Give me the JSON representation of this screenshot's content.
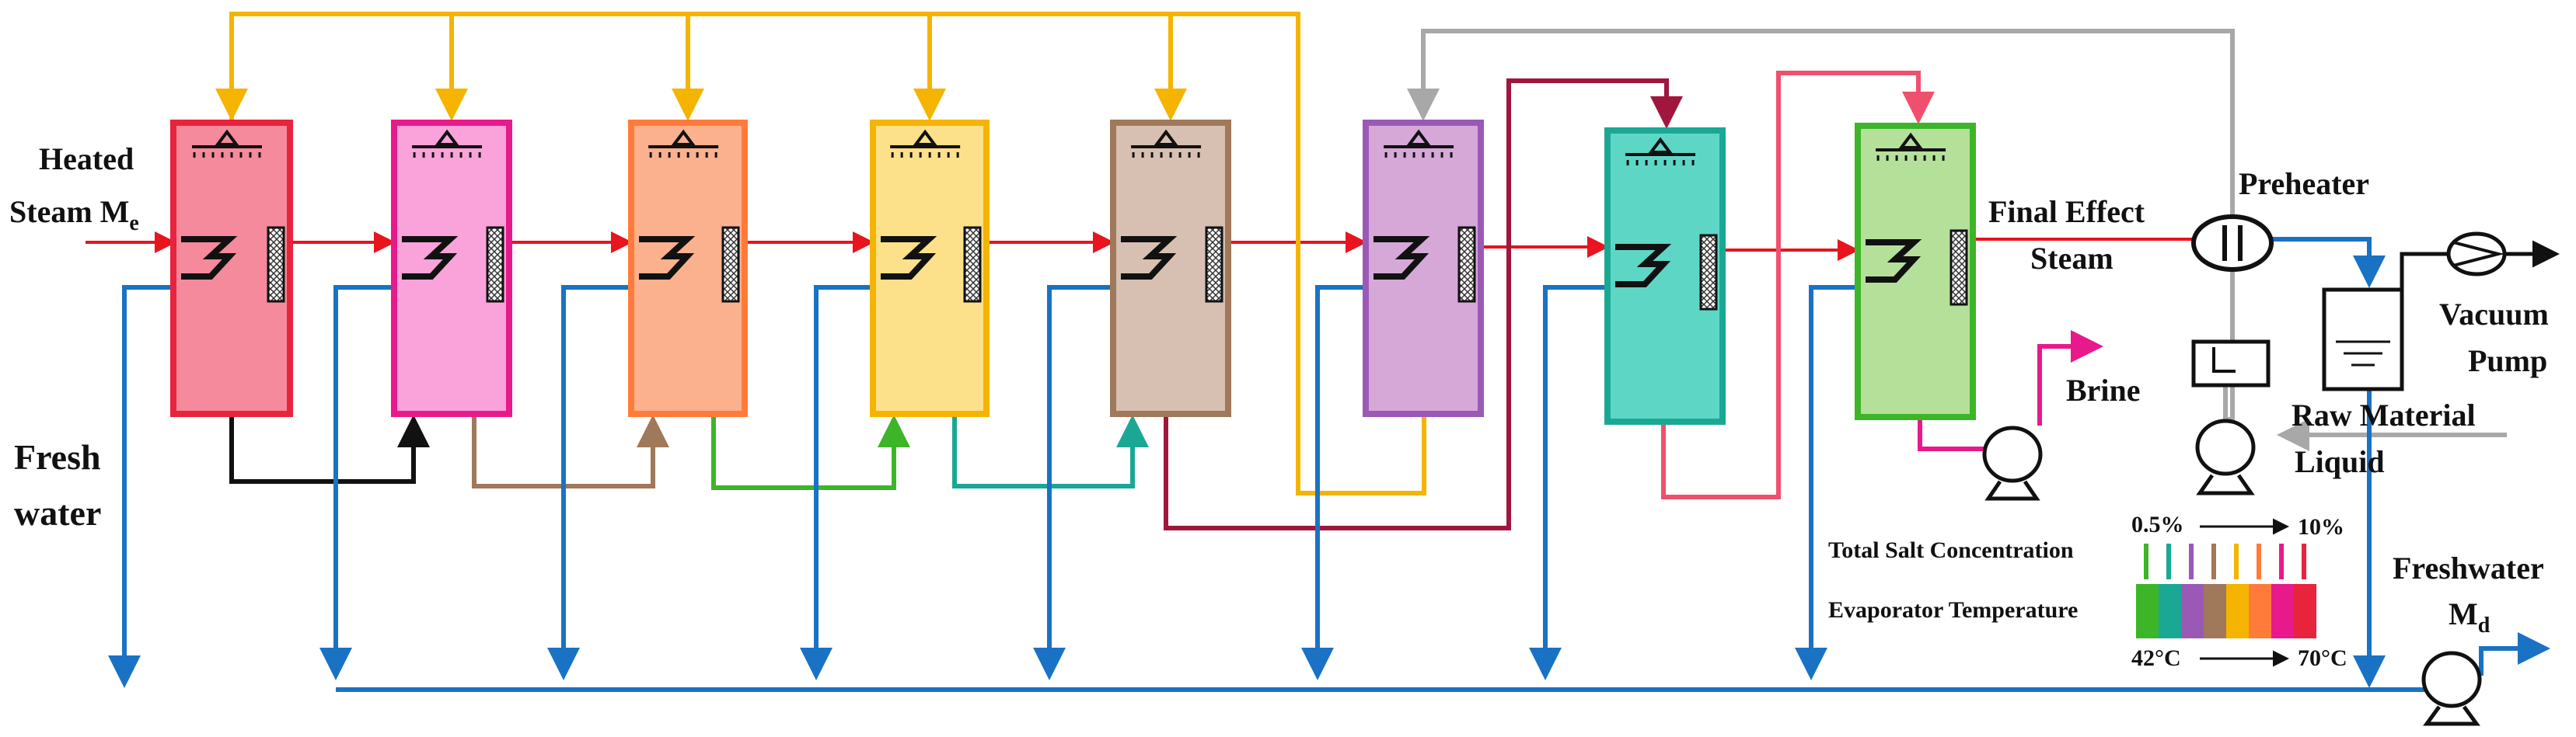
{
  "labels": {
    "heated_steam": "Heated",
    "steam_me": "Steam M",
    "steam_me_sub": "e",
    "fresh": "Fresh",
    "water": "water",
    "final_effect": "Final Effect",
    "final_steam": "Steam",
    "preheater": "Preheater",
    "vacuum": "Vacuum",
    "pump": "Pump",
    "brine": "Brine",
    "raw_material": "Raw Material",
    "liquid": "Liquid",
    "freshwater": "Freshwater",
    "md": "M",
    "md_sub": "d"
  },
  "legend": {
    "salt_label": "Total Salt Concentration",
    "temp_label": "Evaporator Temperature",
    "salt_low": "0.5%",
    "salt_high": "10%",
    "temp_low": "42°C",
    "temp_high": "70°C",
    "salt_low_color": "#f4b400",
    "salt_high_color": "#e8198b",
    "temp_low_color": "#3cb528",
    "temp_high_color": "#e8141e",
    "swatches": [
      "#3cb528",
      "#1aa895",
      "#9b59b6",
      "#a0785a",
      "#f4b400",
      "#ff7b3a",
      "#e8198b",
      "#e8233c"
    ]
  },
  "effects": [
    {
      "fill": "#f48a9c",
      "border": "#e8233c",
      "top_in": "#f4b400",
      "bottom_out": "#111111"
    },
    {
      "fill": "#f9a3da",
      "border": "#e8198b",
      "top_in": "#f4b400",
      "bottom_out": "#a0785a"
    },
    {
      "fill": "#fbb08e",
      "border": "#ff7b3a",
      "top_in": "#f4b400",
      "bottom_out": "#3cb528"
    },
    {
      "fill": "#fde08a",
      "border": "#f4b400",
      "top_in": "#f4b400",
      "bottom_out": "#1aa895"
    },
    {
      "fill": "#d7c0b2",
      "border": "#a0785a",
      "top_in": "#f4b400",
      "bottom_out": "#a0163c"
    },
    {
      "fill": "#d6a8d8",
      "border": "#9b59b6",
      "top_in": "#a8a8a8",
      "bottom_out": "#f4b400"
    },
    {
      "fill": "#5ed6c6",
      "border": "#1aa895",
      "top_in": "#a0163c",
      "bottom_out": "#f0506e"
    },
    {
      "fill": "#b5e09a",
      "border": "#3cb528",
      "top_in": "#f0506e",
      "bottom_out": "#e8198b"
    }
  ],
  "colors": {
    "steam_arrow": "#e8141e",
    "fresh_line": "#1a72c4",
    "gray_line": "#a8a8a8"
  }
}
